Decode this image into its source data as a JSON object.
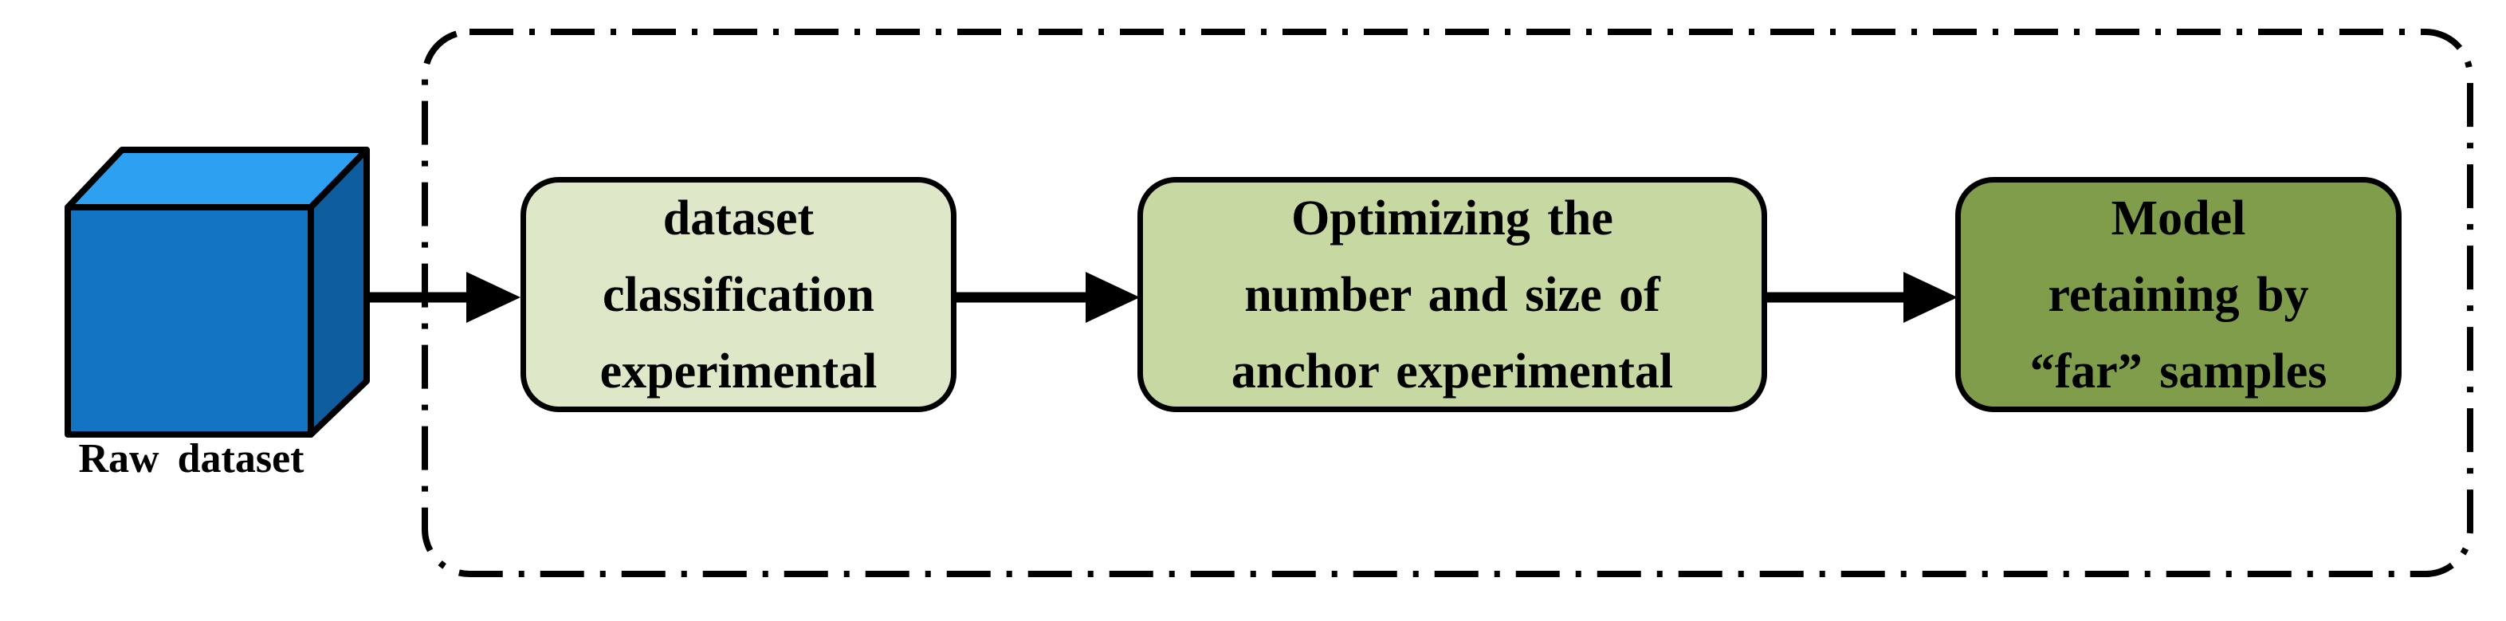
{
  "diagram": {
    "raw_dataset": {
      "label": "Raw dataset"
    },
    "steps": [
      {
        "id": "dataset-classification",
        "label": "dataset\nclassification\nexperimental",
        "fill": "#dee7c8"
      },
      {
        "id": "anchor-optimization",
        "label": "Optimizing the\nnumber and size of\nanchor experimental",
        "fill": "#c8d8a2"
      },
      {
        "id": "model-retraining",
        "label": "Model\nretaining by\n“far” samples",
        "fill": "#7f9d4a"
      }
    ],
    "colors": {
      "cube_top": "#2da0f2",
      "cube_front": "#1474c4",
      "cube_side": "#0e5d9f",
      "outline": "#000000",
      "arrow": "#000000",
      "enclosure_border": "#000000",
      "background": "#ffffff"
    }
  }
}
